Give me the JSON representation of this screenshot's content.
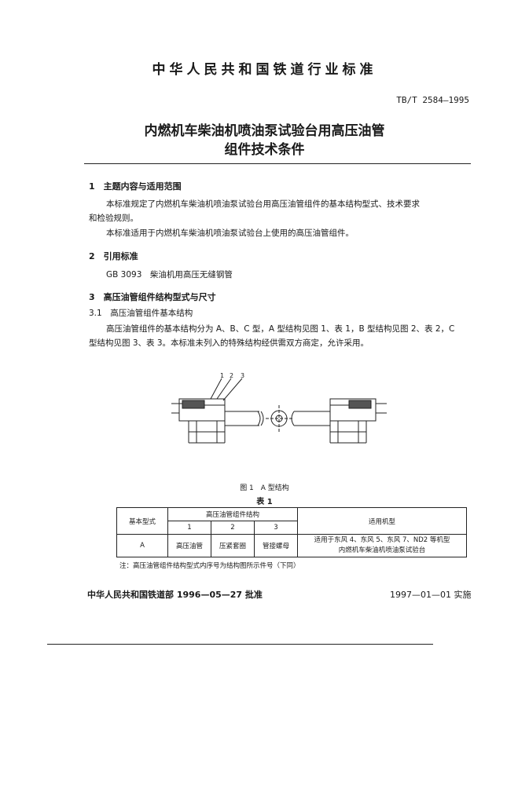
{
  "header": {
    "org_title": "中华人民共和国铁道行业标准"
  },
  "standard_code": "TB/T 2584—1995",
  "title": {
    "line1": "内燃机车柴油机喷油泵试验台用高压油管",
    "line2": "组件技术条件"
  },
  "sections": {
    "s1_heading": "1　主题内容与适用范围",
    "s1_p1_a": "本标准规定了内燃机车柴油机喷油泵试验台用高压油管组件的基本结构型式、技术要求",
    "s1_p1_b": "和检验规则。",
    "s1_p2": "本标准适用于内燃机车柴油机喷油泵试验台上使用的高压油管组件。",
    "s2_heading": "2　引用标准",
    "s2_ref": "GB 3093　柴油机用高压无缝钢管",
    "s3_heading": "3　高压油管组件结构型式与尺寸",
    "s31_heading": "3.1　高压油管组件基本结构",
    "s31_p_a": "高压油管组件的基本结构分为 A、B、C 型，A 型结构见图 1、表 1，B 型结构见图 2、表 2，C",
    "s31_p_b": "型结构见图 3、表 3。本标准未列入的特殊结构经供需双方商定，允许采用。"
  },
  "figure": {
    "callouts": [
      "1",
      "2",
      "3"
    ],
    "caption": "图 1　A 型结构"
  },
  "table": {
    "title": "表 1",
    "col_basic": "基本型式",
    "col_group": "高压油管组件结构",
    "col_nums": [
      "1",
      "2",
      "3"
    ],
    "col_apply": "适用机型",
    "row": {
      "type": "A",
      "c1": "高压油管",
      "c2": "压紧套圈",
      "c3": "管接螺母",
      "apply_a": "适用于东风 4、东风 5、东风 7、ND2 等机型",
      "apply_b": "内燃机车柴油机喷油泵试验台"
    },
    "note": "注：高压油管组件结构型式内序号为结构图所示件号（下同）"
  },
  "footer": {
    "approve": "中华人民共和国铁道部 1996—05—27 批准",
    "implement": "1997—01—01 实施"
  }
}
